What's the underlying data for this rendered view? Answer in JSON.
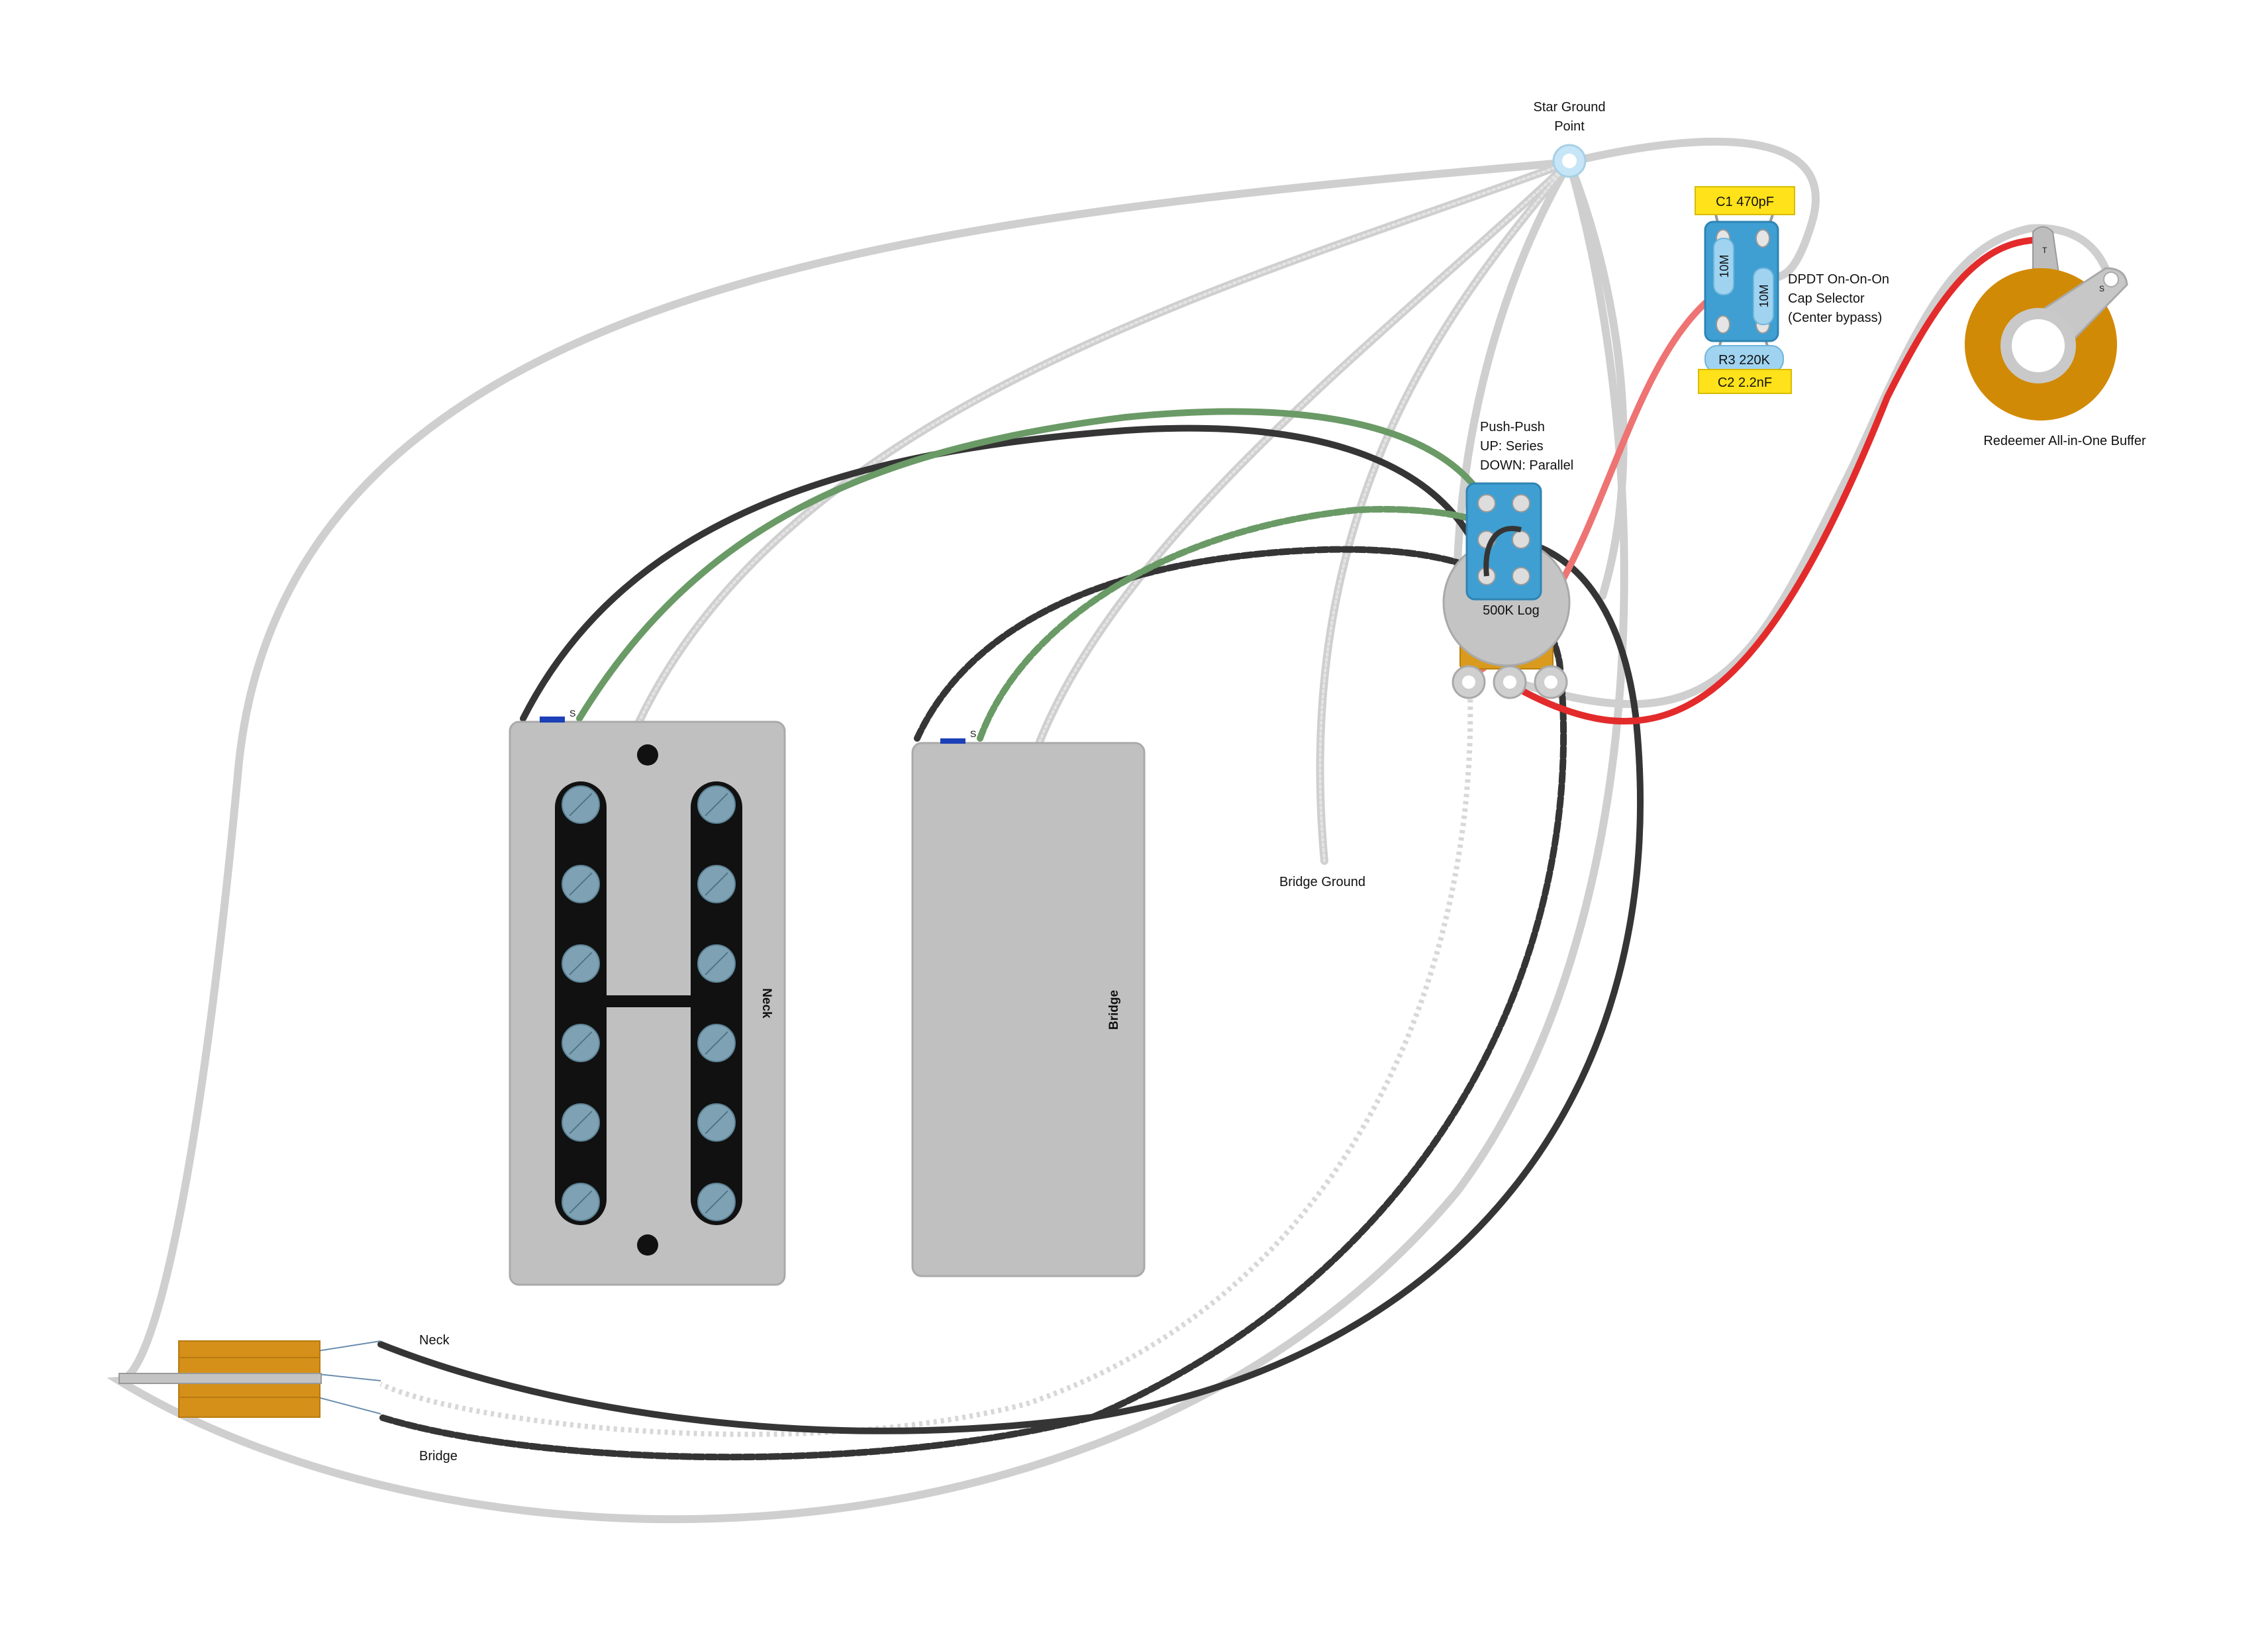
{
  "labels": {
    "star_ground_line1": "Star Ground",
    "star_ground_line2": "Point",
    "push_push_line1": "Push-Push",
    "push_push_line2": "UP: Series",
    "push_push_line3": "DOWN: Parallel",
    "pot": "500K Log",
    "dpdt_line1": "DPDT On-On-On",
    "dpdt_line2": "Cap Selector",
    "dpdt_line3": "(Center bypass)",
    "c1": "C1 470pF",
    "c2": "C2 2.2nF",
    "r3": "R3 220K",
    "resistor_a": "10M",
    "resistor_b": "10M",
    "buffer": "Redeemer All-in-One Buffer",
    "bridge_ground": "Bridge Ground",
    "neck_pickup": "Neck",
    "bridge_pickup": "Bridge",
    "jack_neck": "Neck",
    "jack_bridge": "Bridge",
    "neck_start_mark": "S",
    "bridge_start_mark": "S",
    "buffer_lug_t": "T",
    "buffer_lug_s": "S"
  },
  "colors": {
    "ground_wire": "#d0d0d0",
    "hot_red": "#e32b2b",
    "green": "#6a9a66",
    "black": "#353535",
    "pickup_cover": "#c0c0c0",
    "pole_piece": "#7ea2b4",
    "capacitor": "#ffe21a",
    "switch_body": "#3f9fd2",
    "resistor": "#9fd3f0",
    "buffer_ring": "#d18a05",
    "jack_body": "#d5901a"
  }
}
